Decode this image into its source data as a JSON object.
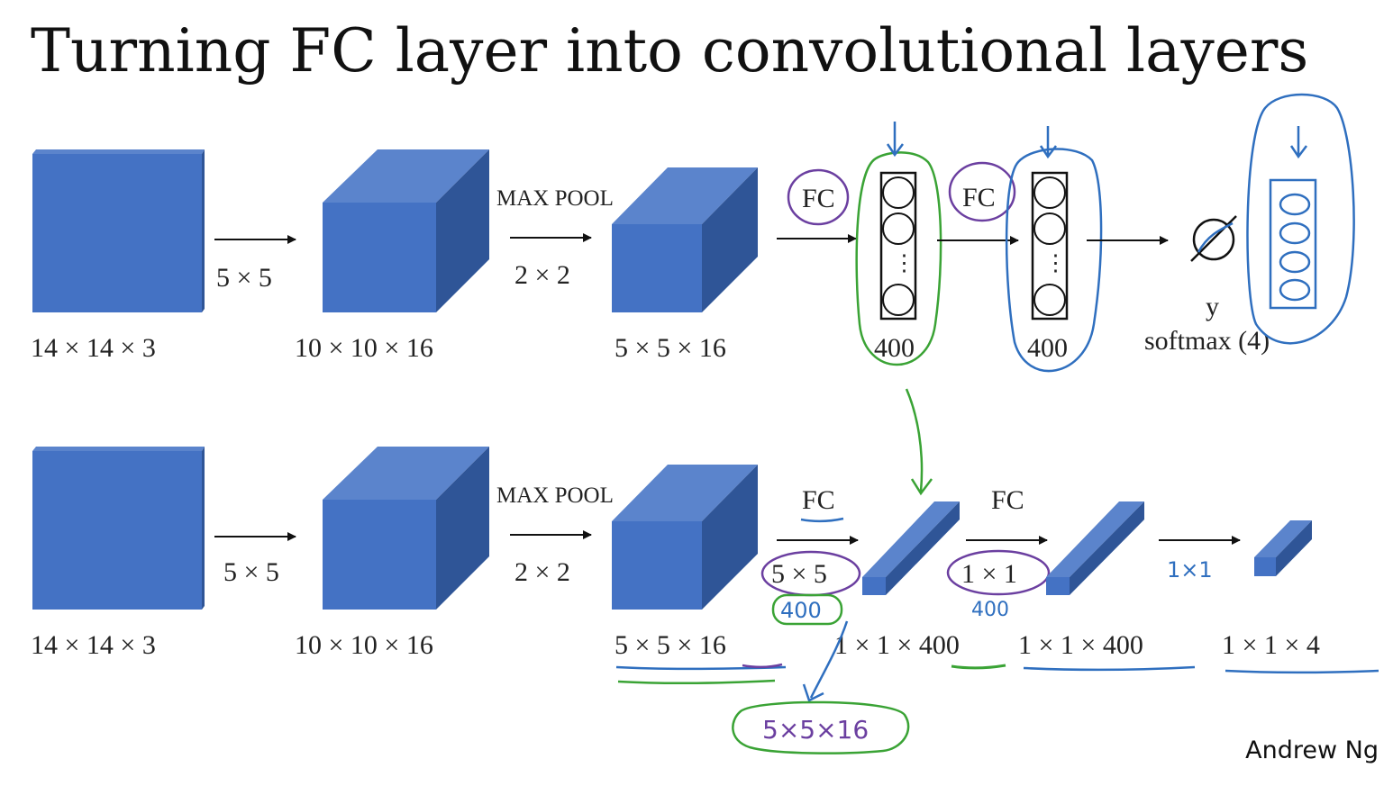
{
  "title": "Turning FC layer into convolutional layers",
  "author": "Andrew Ng",
  "colors": {
    "block_front": "#4472c4",
    "block_top": "#5b84cc",
    "block_side": "#2f5597",
    "pen_green": "#3aa335",
    "pen_blue": "#2f6fbf",
    "pen_purple": "#6b3fa0"
  },
  "top_row": {
    "sizes": [
      "14 × 14 × 3",
      "10 × 10 × 16",
      "5 × 5 × 16",
      "400",
      "400"
    ],
    "ops": [
      "5 × 5",
      "MAX POOL",
      "2 × 2",
      "FC",
      "FC"
    ],
    "output_y": "y",
    "softmax": "softmax (4)",
    "ellipsis": "⋮"
  },
  "bottom_row": {
    "sizes": [
      "14 × 14 × 3",
      "10 × 10 × 16",
      "5 × 5 × 16",
      "1 × 1 × 400",
      "1 × 1 × 400",
      "1 × 1 × 4"
    ],
    "ops": [
      "5 × 5",
      "MAX POOL",
      "2 × 2",
      "FC",
      "5 × 5",
      "FC",
      "1 × 1"
    ]
  },
  "annotations": {
    "under_5x5": "400",
    "under_1x1": "400",
    "hand_1x1": "1×1",
    "volume": "5×5×16"
  }
}
